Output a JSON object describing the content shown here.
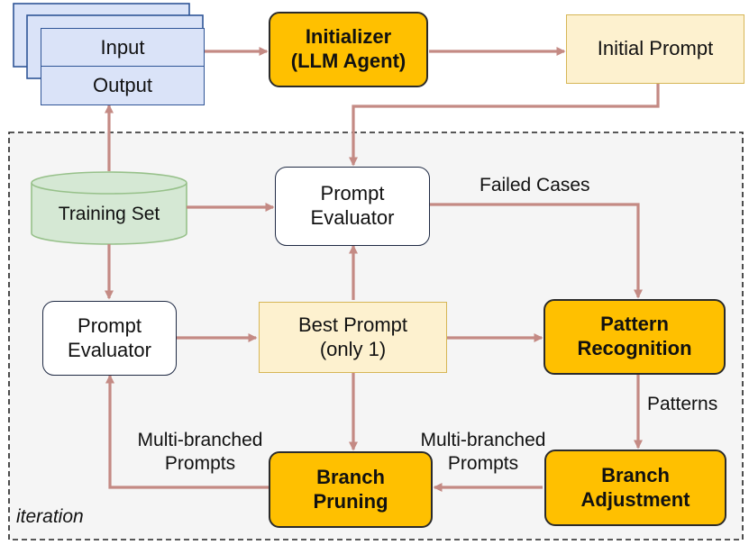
{
  "io_stack": {
    "input": "Input",
    "output": "Output"
  },
  "initializer": {
    "line1": "Initializer",
    "line2": "(LLM Agent)"
  },
  "initial_prompt": "Initial Prompt",
  "training_set": "Training Set",
  "prompt_evaluator_top": {
    "line1": "Prompt",
    "line2": "Evaluator"
  },
  "prompt_evaluator_left": {
    "line1": "Prompt",
    "line2": "Evaluator"
  },
  "best_prompt": {
    "line1": "Best Prompt",
    "line2": "(only 1)"
  },
  "pattern_recognition": {
    "line1": "Pattern",
    "line2": "Recognition"
  },
  "branch_adjustment": {
    "line1": "Branch",
    "line2": "Adjustment"
  },
  "branch_pruning": {
    "line1": "Branch",
    "line2": "Pruning"
  },
  "edge_labels": {
    "failed_cases": "Failed Cases",
    "patterns": "Patterns",
    "multi_branched_left": {
      "line1": "Multi-branched",
      "line2": "Prompts"
    },
    "multi_branched_right": {
      "line1": "Multi-branched",
      "line2": "Prompts"
    }
  },
  "region_label": "iteration",
  "colors": {
    "agent_fill": "#ffc000",
    "note_fill": "#fdf1cf",
    "io_fill": "#dae3f8",
    "cylinder_fill": "#d5e8d4",
    "arrow": "#c48a84",
    "region_fill": "#f5f5f5"
  }
}
